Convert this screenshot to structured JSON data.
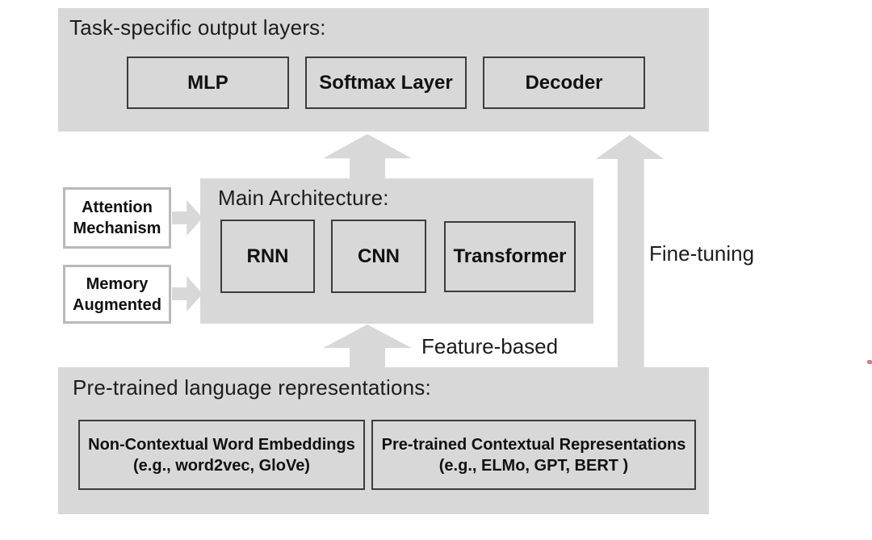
{
  "top_panel": {
    "title": "Task-specific output layers:",
    "boxes": [
      "MLP",
      "Softmax Layer",
      "Decoder"
    ]
  },
  "main_panel": {
    "title": "Main Architecture:",
    "boxes": [
      "RNN",
      "CNN",
      "Transformer"
    ]
  },
  "side_boxes": {
    "attention": {
      "line1": "Attention",
      "line2": "Mechanism"
    },
    "memory": {
      "line1": "Memory",
      "line2": "Augmented"
    }
  },
  "bottom_panel": {
    "title": "Pre-trained language representations:",
    "boxes": {
      "left": {
        "line1": "Non-Contextual Word Embeddings",
        "line2": "(e.g., word2vec, GloVe)"
      },
      "right": {
        "line1": "Pre-trained Contextual Representations",
        "line2": "(e.g., ELMo, GPT, BERT )"
      }
    }
  },
  "labels": {
    "feature_based": "Feature-based",
    "fine_tuning": "Fine-tuning"
  },
  "colors": {
    "panel_gray": "#d8d8d8",
    "arrow_gray": "#d8d8d8",
    "box_border": "#3c3c3c",
    "white_box_border": "#b9b9b9",
    "text": "#1a1a1a",
    "background": "#ffffff"
  }
}
